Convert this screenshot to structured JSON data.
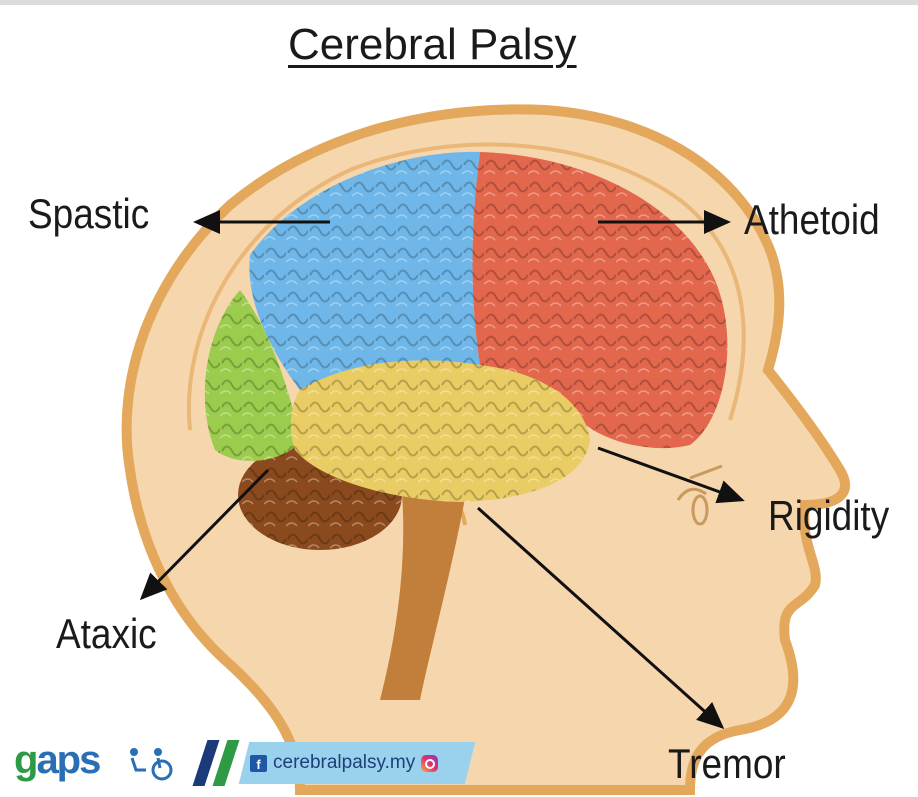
{
  "title": "Cerebral Palsy",
  "labels": {
    "spastic": "Spastic",
    "athetoid": "Athetoid",
    "rigidity": "Rigidity",
    "ataxic": "Ataxic",
    "tremor": "Tremor"
  },
  "footer": {
    "logo_text": "gaps",
    "facebook_handle": "cerebralpalsy.my"
  },
  "colors": {
    "skin": "#f6d6ad",
    "skin_outline": "#e3a85c",
    "frontal_lobe_blue": "#6fb7e8",
    "parietal_red": "#e2674d",
    "occipital_green": "#9ccc4e",
    "temporal_yellow": "#e9cc63",
    "cerebellum_brown": "#8a4a1d",
    "brainstem": "#c17f3b"
  },
  "icons": [
    "facebook-icon",
    "instagram-icon",
    "wheelchair-icon"
  ]
}
